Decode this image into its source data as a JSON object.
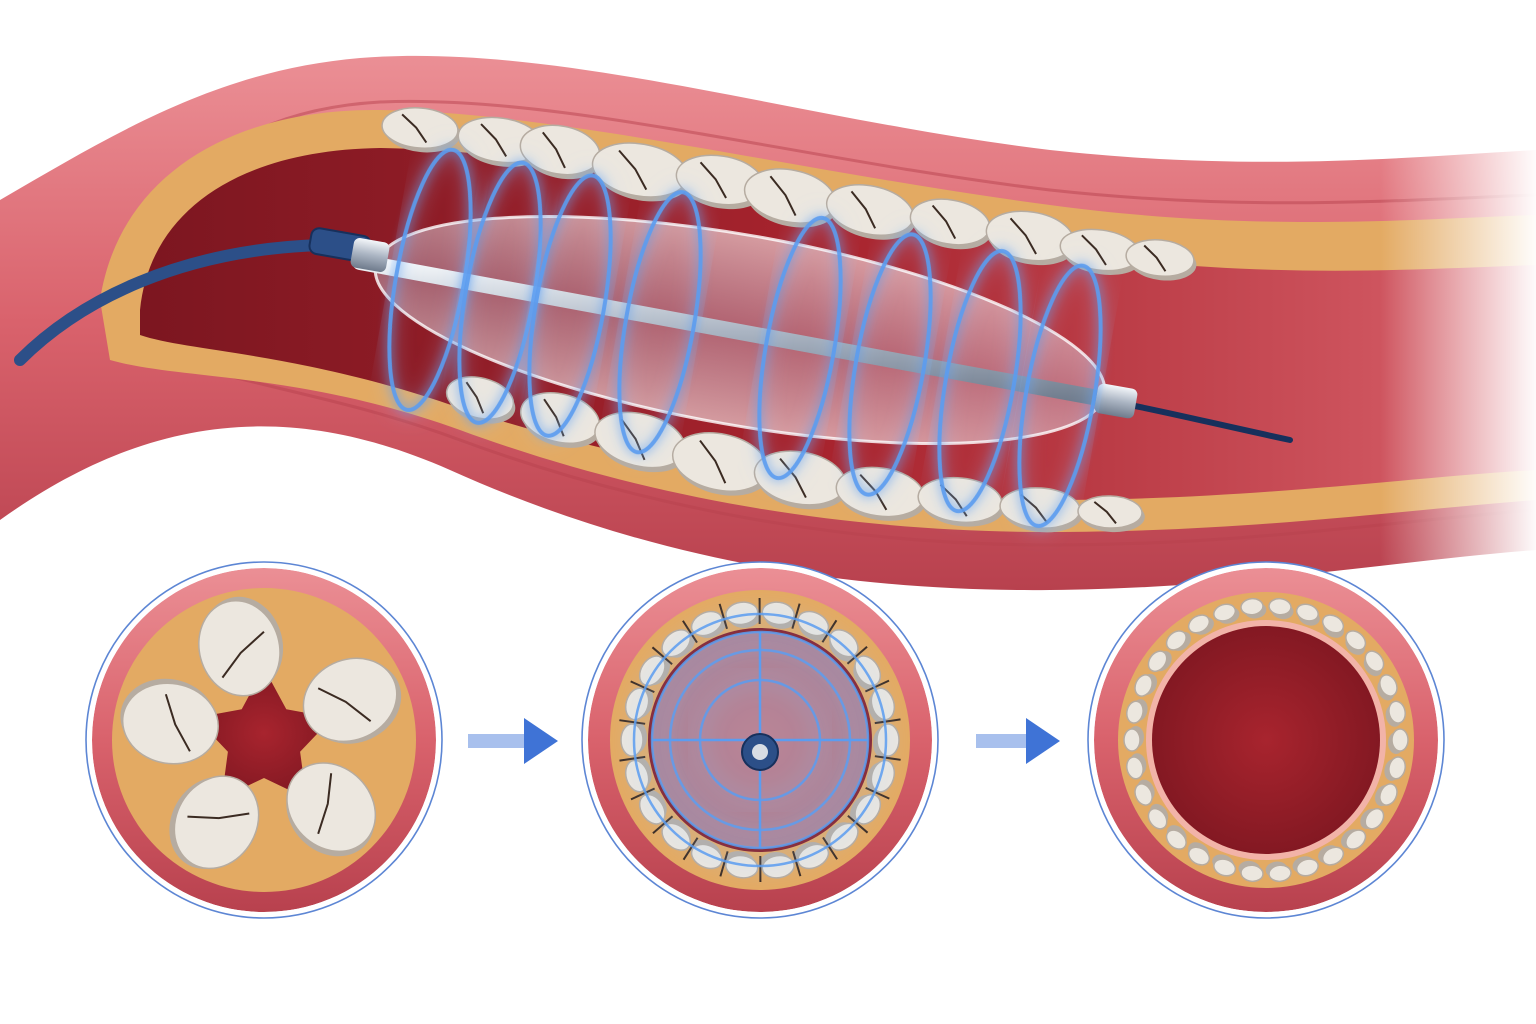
{
  "colors": {
    "background": "#ffffff",
    "vessel_wall": "#d9626c",
    "vessel_wall_dark": "#b8414e",
    "vessel_wall_light": "#eb8f95",
    "intima": "#f2b3a8",
    "fatty_layer": "#e3aa63",
    "fatty_layer_light": "#f1c98a",
    "lumen": "#a8242e",
    "lumen_dark": "#7c1620",
    "calcium": "#ece7df",
    "calcium_shadow": "#b6aca1",
    "crack": "#3b2b22",
    "catheter": "#2c4f88",
    "catheter_dark": "#17305c",
    "shaft_metal": "#c6ced8",
    "balloon": "#dfe6f2",
    "energy_wave": "#5b9cf0",
    "energy_glow": "#9cc9ff",
    "arrow": "#3f73d6",
    "ring_outline": "#5d86d4"
  },
  "icons": {
    "arrow_1": "arrow-right-icon",
    "arrow_2": "arrow-right-icon"
  },
  "stages": [
    {
      "id": "calcified-stenosis",
      "state": "narrowed-lumen-with-calcium-nodules"
    },
    {
      "id": "balloon-energy-treatment",
      "state": "calcium-fractured-by-energy-waves"
    },
    {
      "id": "restored-lumen",
      "state": "open-lumen-fragmented-calcium"
    }
  ]
}
